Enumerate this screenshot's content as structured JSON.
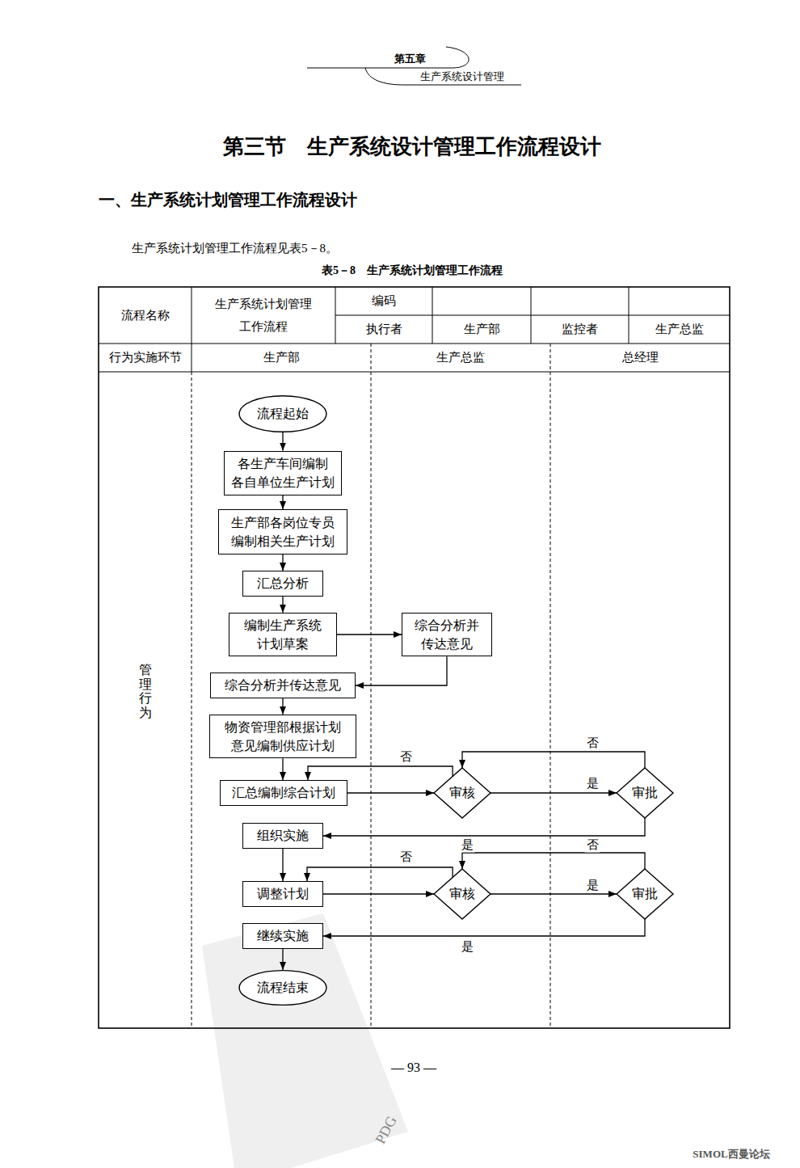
{
  "diagram": {
    "title": "第三节　生产系统设计管理工作流程设计",
    "caption": "表5－8　生产系统计划管理工作流程",
    "nodes": [
      {
        "text": [
          "流程起始"
        ]
      },
      {
        "text": [
          "各生产车间编制 各自单位生产计划"
        ]
      },
      {
        "text": [
          "生产部各岗位专员 编制相关生产计划"
        ]
      },
      {
        "text": [
          "汇总分析"
        ]
      },
      {
        "text": [
          "编制生产系统 计划草案"
        ]
      },
      {
        "text": [
          "综合分析并 传达意见"
        ]
      },
      {
        "text": [
          "综合分析并传达意见"
        ]
      },
      {
        "text": [
          "物资管理部根据计划 意见编制供应计划"
        ]
      },
      {
        "text": [
          "汇总编制综合计划"
        ]
      },
      {
        "text": [
          "审核"
        ]
      },
      {
        "text": [
          "审批"
        ]
      },
      {
        "text": [
          "组织实施"
        ]
      },
      {
        "text": [
          "调整计划"
        ]
      },
      {
        "text": [
          "审核"
        ]
      },
      {
        "text": [
          "审批"
        ]
      },
      {
        "text": [
          "继续实施"
        ]
      },
      {
        "text": [
          "流程结束"
        ]
      }
    ],
    "edges": [
      {
        "from": 0,
        "to": 1,
        "arrow": "to"
      },
      {
        "from": 1,
        "to": 2,
        "arrow": "to"
      },
      {
        "from": 2,
        "to": 3,
        "arrow": "to"
      },
      {
        "from": 3,
        "to": 4,
        "arrow": "to"
      },
      {
        "from": 4,
        "to": 5,
        "arrow": "to"
      },
      {
        "from": 5,
        "to": 6,
        "arrow": "to"
      },
      {
        "from": 6,
        "to": 7,
        "arrow": "to"
      },
      {
        "from": 7,
        "to": 8,
        "arrow": "to"
      },
      {
        "from": 8,
        "to": 9,
        "arrow": "to"
      },
      {
        "from": 9,
        "to": 8,
        "label": "否",
        "arrow": "to"
      },
      {
        "from": 9,
        "to": 10,
        "label": "是",
        "arrow": "to"
      },
      {
        "from": 10,
        "to": 9,
        "label": "否",
        "arrow": "to"
      },
      {
        "from": 10,
        "to": 11,
        "label": "是",
        "arrow": "to"
      },
      {
        "from": 11,
        "to": 12,
        "arrow": "to"
      },
      {
        "from": 12,
        "to": 13,
        "arrow": "to"
      },
      {
        "from": 13,
        "to": 12,
        "label": "否",
        "arrow": "to"
      },
      {
        "from": 13,
        "to": 14,
        "label": "是",
        "arrow": "to"
      },
      {
        "from": 14,
        "to": 13,
        "label": "否",
        "arrow": "to"
      },
      {
        "from": 14,
        "to": 15,
        "label": "是",
        "arrow": "to"
      },
      {
        "from": 15,
        "to": 16,
        "arrow": "to"
      }
    ],
    "labels": [
      "第五章",
      "生产系统设计管理",
      "一、生产系统计划管理工作流程设计",
      "生产系统计划管理工作流程见表5－8。",
      "流程名称",
      "生产系统计划管理 工作流程",
      "编码",
      "执行者",
      "生产部",
      "监控者",
      "生产总监",
      "行为实施环节",
      "生产部",
      "生产总监",
      "总经理",
      "管理行为",
      "— 93 —",
      "PDG",
      "SIMOL西曼论坛"
    ]
  }
}
